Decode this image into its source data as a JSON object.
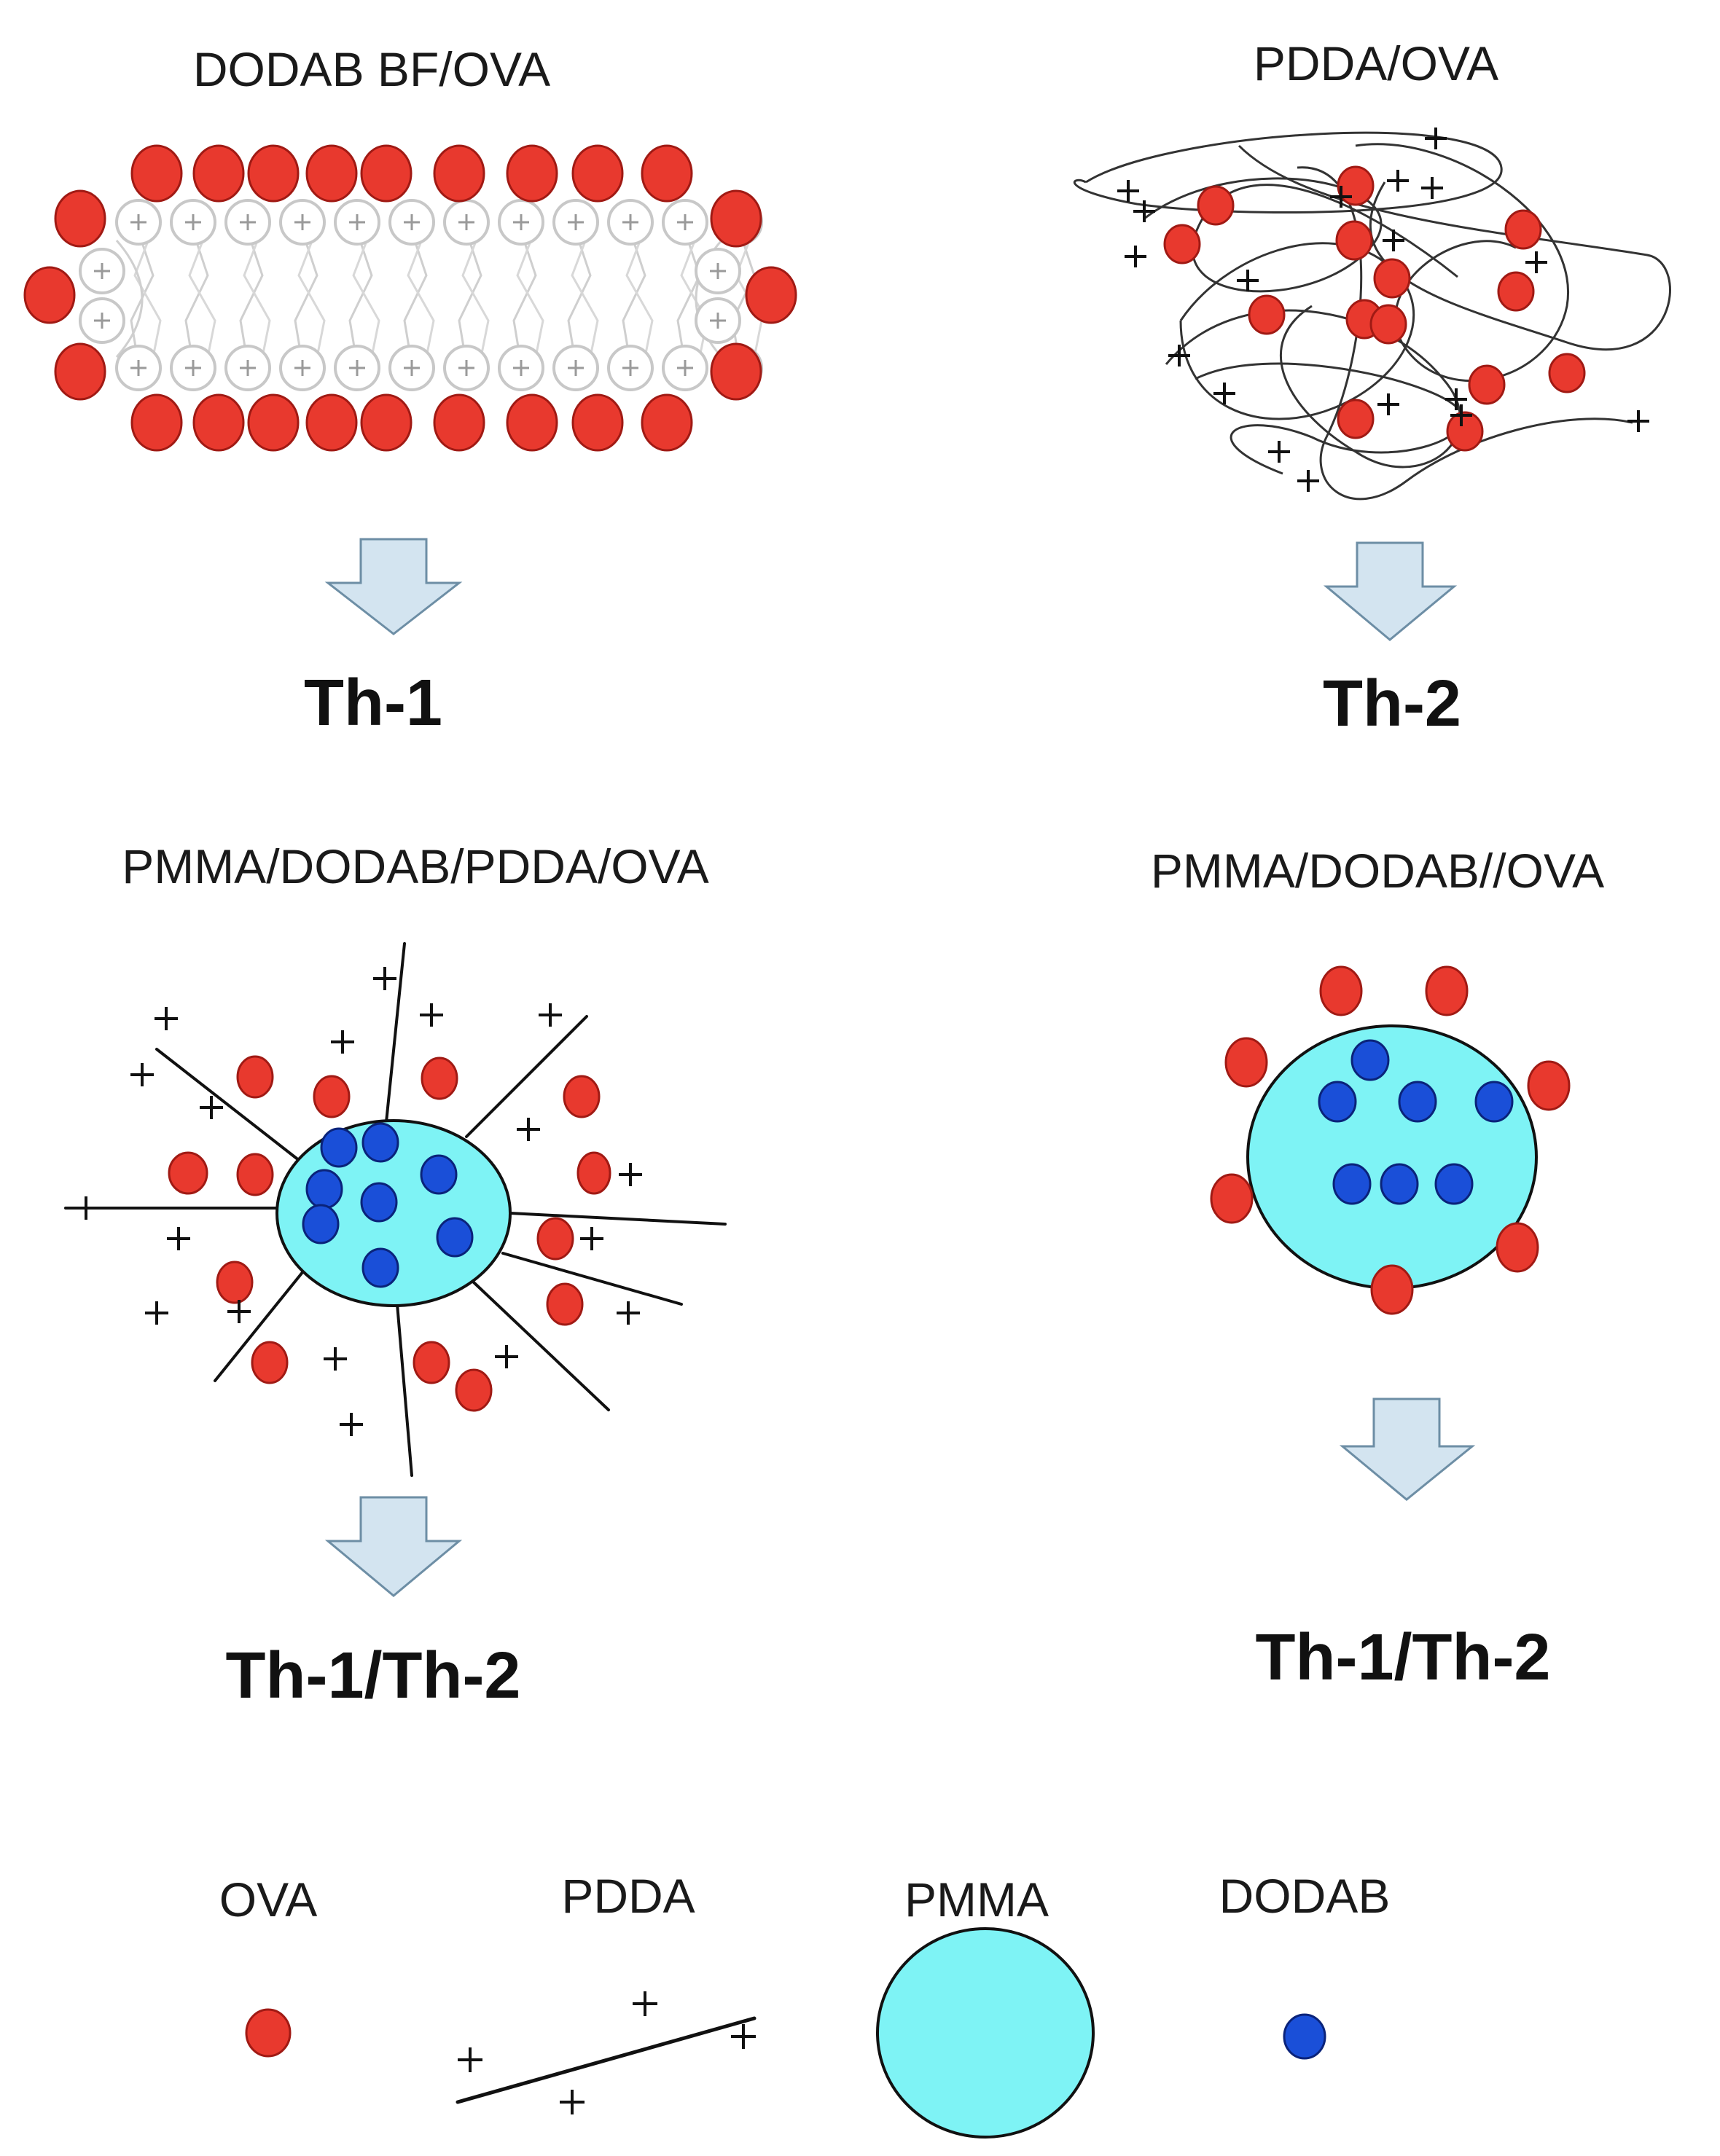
{
  "panels": {
    "top_left": {
      "title": "DODAB BF/OVA",
      "result": "Th-1"
    },
    "top_right": {
      "title": "PDDA/OVA",
      "result": "Th-2"
    },
    "bottom_left": {
      "title": "PMMA/DODAB/PDDA/OVA",
      "result": "Th-1/Th-2"
    },
    "bottom_right": {
      "title": "PMMA/DODAB//OVA",
      "result": "Th-1/Th-2"
    }
  },
  "legend": {
    "ova": "OVA",
    "pdda": "PDDA",
    "pmma": "PMMA",
    "dodab": "DODAB"
  },
  "colors": {
    "ova": "#e8392e",
    "ova_stroke": "#a01a14",
    "pmma": "#7ef3f5",
    "dodab": "#1a4fd8",
    "dodab_stroke": "#0a237a",
    "arrow_fill": "#d3e4f0",
    "arrow_stroke": "#6d8ea5",
    "lipid_head": "#c8c8c8"
  }
}
